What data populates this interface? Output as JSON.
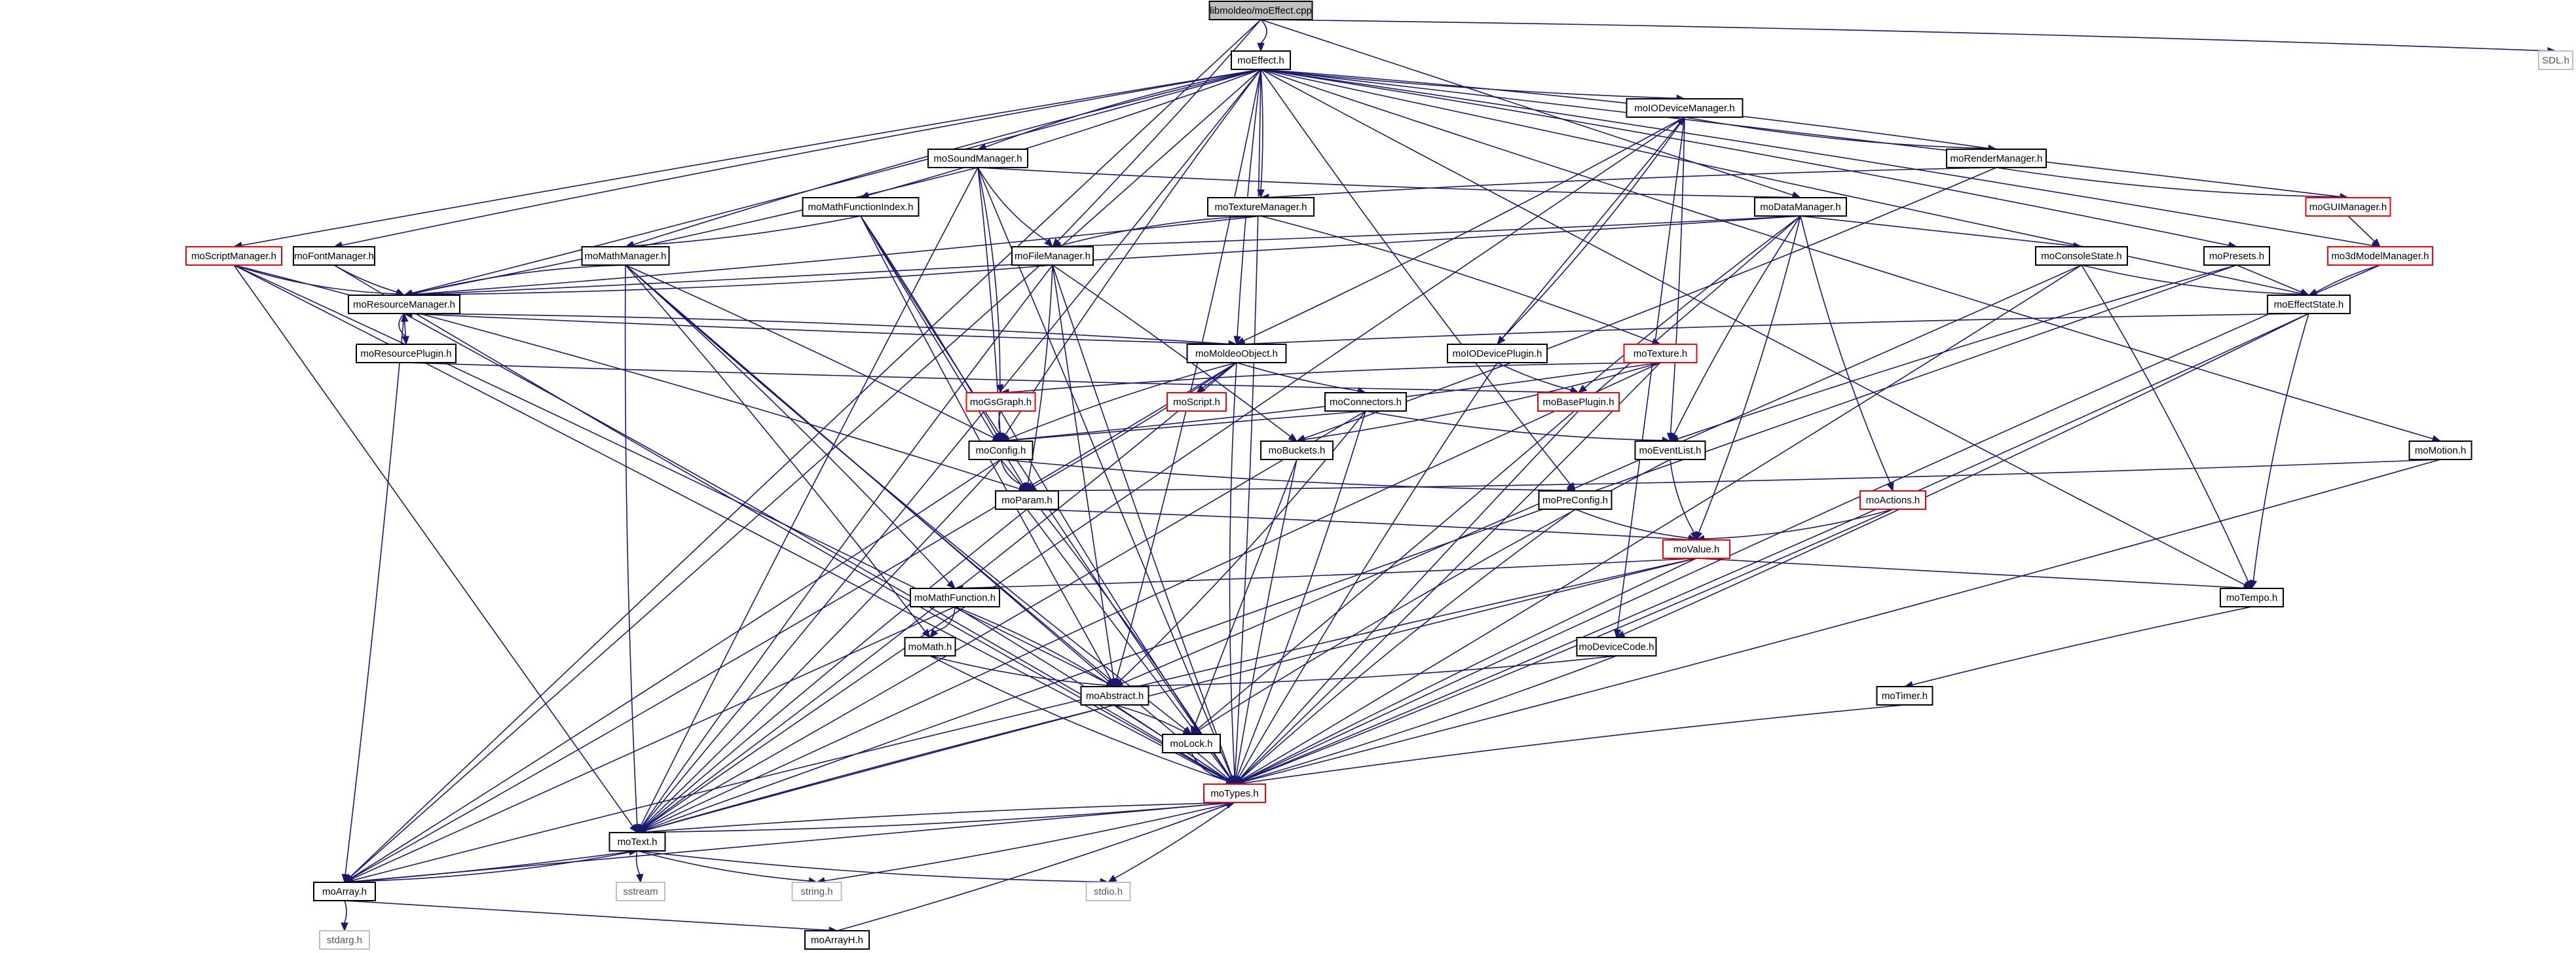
{
  "title": "libmoldeo/moEffect.cpp",
  "colors": {
    "edge": "#191970",
    "border_default": "#000000",
    "border_red": "#ff0000",
    "border_system": "#bfbfbf",
    "fill_root": "#bfbfbf",
    "fill_default": "#ffffff",
    "text_default": "#000000",
    "text_system": "#555555"
  },
  "nodes": [
    {
      "id": "moEffect_cpp",
      "label": "libmoldeo/moEffect.cpp",
      "style": "root"
    },
    {
      "id": "moEffect_h",
      "label": "moEffect.h",
      "style": "normal"
    },
    {
      "id": "SDL_h",
      "label": "SDL.h",
      "style": "system"
    },
    {
      "id": "moIODeviceManager_h",
      "label": "moIODeviceManager.h",
      "style": "normal"
    },
    {
      "id": "moSoundManager_h",
      "label": "moSoundManager.h",
      "style": "normal"
    },
    {
      "id": "moRenderManager_h",
      "label": "moRenderManager.h",
      "style": "normal"
    },
    {
      "id": "moMathFunctionIndex_h",
      "label": "moMathFunctionIndex.h",
      "style": "normal"
    },
    {
      "id": "moTextureManager_h",
      "label": "moTextureManager.h",
      "style": "normal"
    },
    {
      "id": "moDataManager_h",
      "label": "moDataManager.h",
      "style": "normal"
    },
    {
      "id": "moGUIManager_h",
      "label": "moGUIManager.h",
      "style": "red"
    },
    {
      "id": "moScriptManager_h",
      "label": "moScriptManager.h",
      "style": "red"
    },
    {
      "id": "moFontManager_h",
      "label": "moFontManager.h",
      "style": "normal"
    },
    {
      "id": "moMathManager_h",
      "label": "moMathManager.h",
      "style": "normal"
    },
    {
      "id": "moFileManager_h",
      "label": "moFileManager.h",
      "style": "normal"
    },
    {
      "id": "moConsoleState_h",
      "label": "moConsoleState.h",
      "style": "normal"
    },
    {
      "id": "moPresets_h",
      "label": "moPresets.h",
      "style": "normal"
    },
    {
      "id": "mo3dModelManager_h",
      "label": "mo3dModelManager.h",
      "style": "red"
    },
    {
      "id": "moResourceManager_h",
      "label": "moResourceManager.h",
      "style": "normal"
    },
    {
      "id": "moEffectState_h",
      "label": "moEffectState.h",
      "style": "normal"
    },
    {
      "id": "moResourcePlugin_h",
      "label": "moResourcePlugin.h",
      "style": "normal"
    },
    {
      "id": "moMoldeoObject_h",
      "label": "moMoldeoObject.h",
      "style": "normal"
    },
    {
      "id": "moIODevicePlugin_h",
      "label": "moIODevicePlugin.h",
      "style": "normal"
    },
    {
      "id": "moTexture_h",
      "label": "moTexture.h",
      "style": "red"
    },
    {
      "id": "moGsGraph_h",
      "label": "moGsGraph.h",
      "style": "red"
    },
    {
      "id": "moScript_h",
      "label": "moScript.h",
      "style": "red"
    },
    {
      "id": "moConnectors_h",
      "label": "moConnectors.h",
      "style": "normal"
    },
    {
      "id": "moBasePlugin_h",
      "label": "moBasePlugin.h",
      "style": "red"
    },
    {
      "id": "moConfig_h",
      "label": "moConfig.h",
      "style": "normal"
    },
    {
      "id": "moBuckets_h",
      "label": "moBuckets.h",
      "style": "normal"
    },
    {
      "id": "moEventList_h",
      "label": "moEventList.h",
      "style": "normal"
    },
    {
      "id": "moMotion_h",
      "label": "moMotion.h",
      "style": "normal"
    },
    {
      "id": "moParam_h",
      "label": "moParam.h",
      "style": "normal"
    },
    {
      "id": "moPreConfig_h",
      "label": "moPreConfig.h",
      "style": "normal"
    },
    {
      "id": "moActions_h",
      "label": "moActions.h",
      "style": "red"
    },
    {
      "id": "moValue_h",
      "label": "moValue.h",
      "style": "red"
    },
    {
      "id": "moMathFunction_h",
      "label": "moMathFunction.h",
      "style": "normal"
    },
    {
      "id": "moTempo_h",
      "label": "moTempo.h",
      "style": "normal"
    },
    {
      "id": "moMath_h",
      "label": "moMath.h",
      "style": "normal"
    },
    {
      "id": "moDeviceCode_h",
      "label": "moDeviceCode.h",
      "style": "normal"
    },
    {
      "id": "moAbstract_h",
      "label": "moAbstract.h",
      "style": "normal"
    },
    {
      "id": "moTimer_h",
      "label": "moTimer.h",
      "style": "normal"
    },
    {
      "id": "moLock_h",
      "label": "moLock.h",
      "style": "normal"
    },
    {
      "id": "moTypes_h",
      "label": "moTypes.h",
      "style": "red"
    },
    {
      "id": "moText_h",
      "label": "moText.h",
      "style": "normal"
    },
    {
      "id": "sstream",
      "label": "sstream",
      "style": "system"
    },
    {
      "id": "string_h",
      "label": "string.h",
      "style": "system"
    },
    {
      "id": "stdio_h",
      "label": "stdio.h",
      "style": "system"
    },
    {
      "id": "moArray_h",
      "label": "moArray.h",
      "style": "normal"
    },
    {
      "id": "stdarg_h",
      "label": "stdarg.h",
      "style": "system"
    },
    {
      "id": "moArrayH_h",
      "label": "moArrayH.h",
      "style": "normal"
    }
  ],
  "edges": [
    [
      "moEffect_cpp",
      "moEffect_h"
    ],
    [
      "moEffect_cpp",
      "SDL_h"
    ],
    [
      "moEffect_cpp",
      "moFileManager_h"
    ],
    [
      "moEffect_cpp",
      "moDataManager_h"
    ],
    [
      "moEffect_cpp",
      "moArray_h"
    ],
    [
      "moEffect_h",
      "moIODeviceManager_h"
    ],
    [
      "moEffect_h",
      "moSoundManager_h"
    ],
    [
      "moEffect_h",
      "moRenderManager_h"
    ],
    [
      "moEffect_h",
      "moMathFunctionIndex_h"
    ],
    [
      "moEffect_h",
      "moTextureManager_h"
    ],
    [
      "moEffect_h",
      "moGUIManager_h"
    ],
    [
      "moEffect_h",
      "moScriptManager_h"
    ],
    [
      "moEffect_h",
      "moFontManager_h"
    ],
    [
      "moEffect_h",
      "moMathManager_h"
    ],
    [
      "moEffect_h",
      "moPresets_h"
    ],
    [
      "moEffect_h",
      "mo3dModelManager_h"
    ],
    [
      "moEffect_h",
      "moResourceManager_h"
    ],
    [
      "moEffect_h",
      "moEffectState_h"
    ],
    [
      "moEffect_h",
      "moMoldeoObject_h"
    ],
    [
      "moEffect_h",
      "moConfig_h"
    ],
    [
      "moEffect_h",
      "moMotion_h"
    ],
    [
      "moEffect_h",
      "moAbstract_h"
    ],
    [
      "moEffect_h",
      "moTypes_h"
    ],
    [
      "moEffect_h",
      "moText_h"
    ],
    [
      "moEffect_h",
      "moArray_h"
    ],
    [
      "moEffect_h",
      "moTempo_h"
    ],
    [
      "moEffect_h",
      "moPreConfig_h"
    ],
    [
      "moIODeviceManager_h",
      "moRenderManager_h"
    ],
    [
      "moIODeviceManager_h",
      "moIODevicePlugin_h"
    ],
    [
      "moIODeviceManager_h",
      "moMoldeoObject_h"
    ],
    [
      "moIODeviceManager_h",
      "moEventList_h"
    ],
    [
      "moIODeviceManager_h",
      "moDeviceCode_h"
    ],
    [
      "moIODeviceManager_h",
      "moText_h"
    ],
    [
      "moSoundManager_h",
      "moDataManager_h"
    ],
    [
      "moSoundManager_h",
      "moFileManager_h"
    ],
    [
      "moSoundManager_h",
      "moGsGraph_h"
    ],
    [
      "moSoundManager_h",
      "moResourceManager_h"
    ],
    [
      "moSoundManager_h",
      "moConfig_h"
    ],
    [
      "moSoundManager_h",
      "moTypes_h"
    ],
    [
      "moSoundManager_h",
      "moText_h"
    ],
    [
      "moRenderManager_h",
      "moTextureManager_h"
    ],
    [
      "moRenderManager_h",
      "moGUIManager_h"
    ],
    [
      "moRenderManager_h",
      "moBuckets_h"
    ],
    [
      "moMathFunctionIndex_h",
      "moMathManager_h"
    ],
    [
      "moMathFunctionIndex_h",
      "moConfig_h"
    ],
    [
      "moMathFunctionIndex_h",
      "moParam_h"
    ],
    [
      "moMathFunctionIndex_h",
      "moAbstract_h"
    ],
    [
      "moMathFunctionIndex_h",
      "moTypes_h"
    ],
    [
      "moTextureManager_h",
      "moFileManager_h"
    ],
    [
      "moTextureManager_h",
      "moTexture_h"
    ],
    [
      "moTextureManager_h",
      "moResourceManager_h"
    ],
    [
      "moDataManager_h",
      "moFileManager_h"
    ],
    [
      "moDataManager_h",
      "moConsoleState_h"
    ],
    [
      "moDataManager_h",
      "moBasePlugin_h"
    ],
    [
      "moDataManager_h",
      "moEventList_h"
    ],
    [
      "moDataManager_h",
      "moActions_h"
    ],
    [
      "moDataManager_h",
      "moValue_h"
    ],
    [
      "moDataManager_h",
      "moResourceManager_h"
    ],
    [
      "moDataManager_h",
      "moLock_h"
    ],
    [
      "moGUIManager_h",
      "mo3dModelManager_h"
    ],
    [
      "mo3dModelManager_h",
      "moEffectState_h"
    ],
    [
      "mo3dModelManager_h",
      "moTypes_h"
    ],
    [
      "moScriptManager_h",
      "moResourceManager_h"
    ],
    [
      "moScriptManager_h",
      "moParam_h"
    ],
    [
      "moScriptManager_h",
      "moAbstract_h"
    ],
    [
      "moScriptManager_h",
      "moTypes_h"
    ],
    [
      "moScriptManager_h",
      "moText_h"
    ],
    [
      "moFontManager_h",
      "moResourceManager_h"
    ],
    [
      "moFontManager_h",
      "moTypes_h"
    ],
    [
      "moMathManager_h",
      "moResourceManager_h"
    ],
    [
      "moMathManager_h",
      "moMathFunction_h"
    ],
    [
      "moMathManager_h",
      "moMath_h"
    ],
    [
      "moMathManager_h",
      "moConfig_h"
    ],
    [
      "moMathManager_h",
      "moAbstract_h"
    ],
    [
      "moMathManager_h",
      "moTypes_h"
    ],
    [
      "moMathManager_h",
      "moText_h"
    ],
    [
      "moMathManager_h",
      "moLock_h"
    ],
    [
      "moFileManager_h",
      "moResourceManager_h"
    ],
    [
      "moFileManager_h",
      "moParam_h"
    ],
    [
      "moFileManager_h",
      "moBuckets_h"
    ],
    [
      "moFileManager_h",
      "moAbstract_h"
    ],
    [
      "moFileManager_h",
      "moTypes_h"
    ],
    [
      "moFileManager_h",
      "moText_h"
    ],
    [
      "moConsoleState_h",
      "moEffectState_h"
    ],
    [
      "moConsoleState_h",
      "moTempo_h"
    ],
    [
      "moConsoleState_h",
      "moTypes_h"
    ],
    [
      "moConsoleState_h",
      "moAbstract_h"
    ],
    [
      "moPresets_h",
      "moEffectState_h"
    ],
    [
      "moPresets_h",
      "moText_h"
    ],
    [
      "moPresets_h",
      "moEventList_h"
    ],
    [
      "moResourceManager_h",
      "moResourcePlugin_h"
    ],
    [
      "moResourceManager_h",
      "moMoldeoObject_h"
    ],
    [
      "moResourceManager_h",
      "moTypes_h"
    ],
    [
      "moResourceManager_h",
      "moArray_h"
    ],
    [
      "moResourcePlugin_h",
      "moResourceManager_h"
    ],
    [
      "moResourcePlugin_h",
      "moBasePlugin_h"
    ],
    [
      "moEffectState_h",
      "moMoldeoObject_h"
    ],
    [
      "moEffectState_h",
      "moTempo_h"
    ],
    [
      "moEffectState_h",
      "moTypes_h"
    ],
    [
      "moEffectState_h",
      "moDeviceCode_h"
    ],
    [
      "moMoldeoObject_h",
      "moResourceManager_h"
    ],
    [
      "moMoldeoObject_h",
      "moScript_h"
    ],
    [
      "moMoldeoObject_h",
      "moConnectors_h"
    ],
    [
      "moMoldeoObject_h",
      "moConfig_h"
    ],
    [
      "moMoldeoObject_h",
      "moTypes_h"
    ],
    [
      "moMoldeoObject_h",
      "moText_h"
    ],
    [
      "moMoldeoObject_h",
      "moArray_h"
    ],
    [
      "moMoldeoObject_h",
      "moParam_h"
    ],
    [
      "moIODevicePlugin_h",
      "moIODeviceManager_h"
    ],
    [
      "moIODevicePlugin_h",
      "moBasePlugin_h"
    ],
    [
      "moIODevicePlugin_h",
      "moTypes_h"
    ],
    [
      "moTexture_h",
      "moGsGraph_h"
    ],
    [
      "moTexture_h",
      "moBuckets_h"
    ],
    [
      "moTexture_h",
      "moConfig_h"
    ],
    [
      "moTexture_h",
      "moTypes_h"
    ],
    [
      "moTexture_h",
      "moText_h"
    ],
    [
      "moGsGraph_h",
      "moConfig_h"
    ],
    [
      "moGsGraph_h",
      "moTypes_h"
    ],
    [
      "moConnectors_h",
      "moEventList_h"
    ],
    [
      "moConnectors_h",
      "moAbstract_h"
    ],
    [
      "moConnectors_h",
      "moTypes_h"
    ],
    [
      "moConnectors_h",
      "moText_h"
    ],
    [
      "moConnectors_h",
      "moConfig_h"
    ],
    [
      "moBasePlugin_h",
      "moTypes_h"
    ],
    [
      "moConfig_h",
      "moParam_h"
    ],
    [
      "moConfig_h",
      "moPreConfig_h"
    ],
    [
      "moConfig_h",
      "moTypes_h"
    ],
    [
      "moConfig_h",
      "moText_h"
    ],
    [
      "moConfig_h",
      "moArray_h"
    ],
    [
      "moBuckets_h",
      "moLock_h"
    ],
    [
      "moBuckets_h",
      "moTypes_h"
    ],
    [
      "moEventList_h",
      "moValue_h"
    ],
    [
      "moEventList_h",
      "moLock_h"
    ],
    [
      "moMotion_h",
      "moParam_h"
    ],
    [
      "moMotion_h",
      "moTypes_h"
    ],
    [
      "moParam_h",
      "moValue_h"
    ],
    [
      "moParam_h",
      "moTypes_h"
    ],
    [
      "moParam_h",
      "moText_h"
    ],
    [
      "moPreConfig_h",
      "moValue_h"
    ],
    [
      "moPreConfig_h",
      "moTypes_h"
    ],
    [
      "moActions_h",
      "moValue_h"
    ],
    [
      "moActions_h",
      "moTypes_h"
    ],
    [
      "moValue_h",
      "moMathFunction_h"
    ],
    [
      "moValue_h",
      "moTempo_h"
    ],
    [
      "moValue_h",
      "moTypes_h"
    ],
    [
      "moValue_h",
      "moText_h"
    ],
    [
      "moValue_h",
      "moArray_h"
    ],
    [
      "moMathFunction_h",
      "moMath_h"
    ],
    [
      "moMathFunction_h",
      "moAbstract_h"
    ],
    [
      "moMathFunction_h",
      "moTypes_h"
    ],
    [
      "moMathFunction_h",
      "moArray_h"
    ],
    [
      "moTempo_h",
      "moTimer_h"
    ],
    [
      "moMath_h",
      "moAbstract_h"
    ],
    [
      "moMath_h",
      "moTypes_h"
    ],
    [
      "moDeviceCode_h",
      "moAbstract_h"
    ],
    [
      "moDeviceCode_h",
      "moTypes_h"
    ],
    [
      "moAbstract_h",
      "moLock_h"
    ],
    [
      "moAbstract_h",
      "moTypes_h"
    ],
    [
      "moAbstract_h",
      "moText_h"
    ],
    [
      "moTimer_h",
      "moTypes_h"
    ],
    [
      "moLock_h",
      "moTypes_h"
    ],
    [
      "moTypes_h",
      "moText_h"
    ],
    [
      "moTypes_h",
      "string_h"
    ],
    [
      "moTypes_h",
      "stdio_h"
    ],
    [
      "moTypes_h",
      "moArray_h"
    ],
    [
      "moText_h",
      "sstream"
    ],
    [
      "moText_h",
      "string_h"
    ],
    [
      "moText_h",
      "stdio_h"
    ],
    [
      "moText_h",
      "moArray_h"
    ],
    [
      "moText_h",
      "moTypes_h"
    ],
    [
      "moArray_h",
      "stdarg_h"
    ],
    [
      "moArray_h",
      "moArrayH_h"
    ],
    [
      "moArray_h",
      "moText_h"
    ],
    [
      "moArrayH_h",
      "moTypes_h"
    ]
  ]
}
